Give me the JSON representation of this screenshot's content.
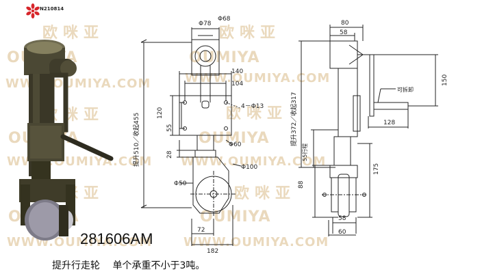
{
  "logo": {
    "code": "N210814",
    "colors": {
      "petal": "#d7262b"
    }
  },
  "watermark": {
    "cn": "欧咪亚",
    "en": "OUMIYA",
    "url": "WWW.OUMIYA.COM",
    "color": "#ead9bd"
  },
  "product": {
    "model": "281606AM",
    "caption": [
      "提升行走轮",
      "单个承重不小于3吨。"
    ]
  },
  "dimensions": {
    "front": {
      "d78": "Φ78",
      "d68": "Φ68",
      "w140": "140",
      "w104": "104",
      "h120": "120",
      "h55": "55",
      "holes": "4－Φ13",
      "d60": "Φ60",
      "h28": "28",
      "d100": "Φ100",
      "d50": "Φ50",
      "w72": "72",
      "w182": "182",
      "stroke_left": "提升510／收起455"
    },
    "side": {
      "w80": "80",
      "w58": "58",
      "h150": "150",
      "label_handle": "可拆卸",
      "w128": "128",
      "stroke_right": "提升372／收起317",
      "label_travel": "55行程",
      "h175": "175",
      "h88": "88",
      "w58b": "58",
      "w60": "60"
    }
  }
}
